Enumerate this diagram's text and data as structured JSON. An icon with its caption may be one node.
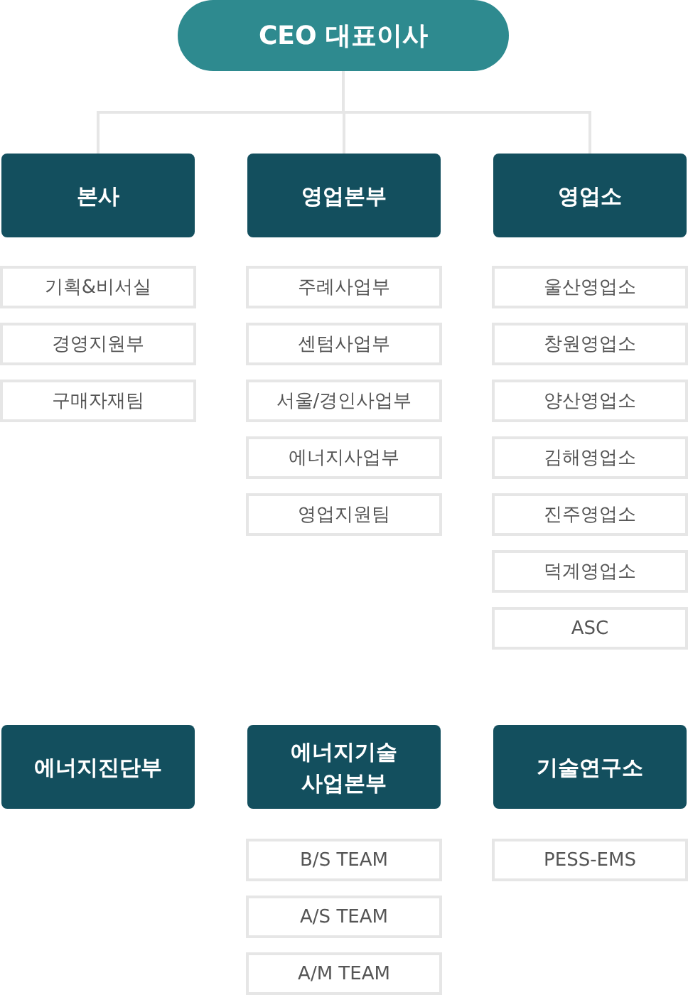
{
  "diagram": {
    "nodes": [
      {
        "text": [
          "CEO 대표이사"
        ]
      },
      {
        "text": [
          "본사"
        ]
      },
      {
        "text": [
          "영업본부"
        ]
      },
      {
        "text": [
          "영업소"
        ]
      },
      {
        "text": [
          "기획&비서실"
        ]
      },
      {
        "text": [
          "경영지원부"
        ]
      },
      {
        "text": [
          "구매자재팀"
        ]
      },
      {
        "text": [
          "주례사업부"
        ]
      },
      {
        "text": [
          "센텀사업부"
        ]
      },
      {
        "text": [
          "서울/경인사업부"
        ]
      },
      {
        "text": [
          "에너지사업부"
        ]
      },
      {
        "text": [
          "영업지원팀"
        ]
      },
      {
        "text": [
          "울산영업소"
        ]
      },
      {
        "text": [
          "창원영업소"
        ]
      },
      {
        "text": [
          "양산영업소"
        ]
      },
      {
        "text": [
          "김해영업소"
        ]
      },
      {
        "text": [
          "진주영업소"
        ]
      },
      {
        "text": [
          "덕계영업소"
        ]
      },
      {
        "text": [
          "ASC"
        ]
      },
      {
        "text": [
          "에너지진단부"
        ]
      },
      {
        "text": [
          "에너지기술 사업본부"
        ]
      },
      {
        "text": [
          "기술연구소"
        ]
      },
      {
        "text": [
          "B/S TEAM"
        ]
      },
      {
        "text": [
          "A/S TEAM"
        ]
      },
      {
        "text": [
          "A/M TEAM"
        ]
      },
      {
        "text": [
          "PESS-EMS"
        ]
      }
    ],
    "edges": [
      {
        "from": 0,
        "to": 1,
        "arrow": "none"
      },
      {
        "from": 0,
        "to": 2,
        "arrow": "none"
      },
      {
        "from": 0,
        "to": 3,
        "arrow": "none"
      }
    ]
  }
}
